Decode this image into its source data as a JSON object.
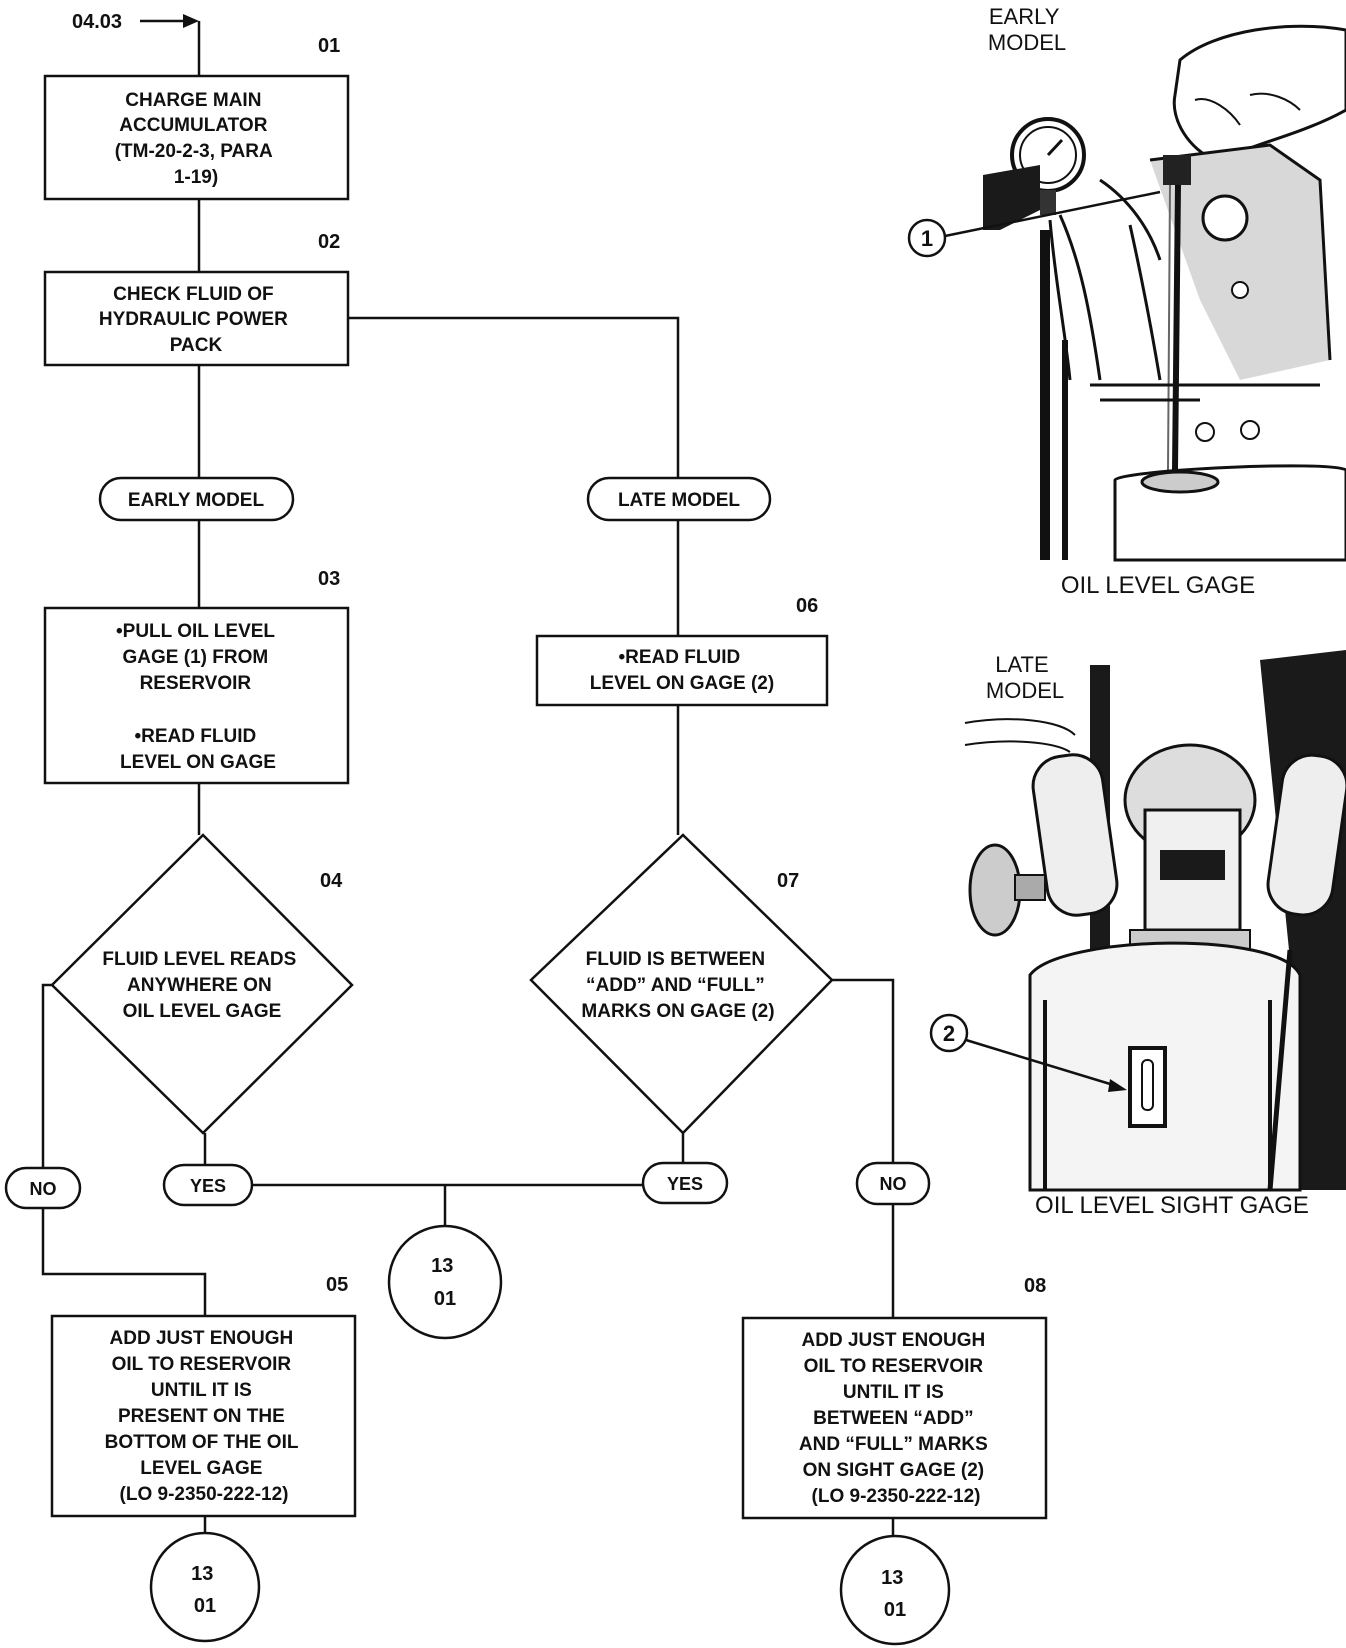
{
  "entry_ref": "04.03",
  "steps": {
    "s01": {
      "num": "01",
      "lines": [
        "CHARGE MAIN",
        "ACCUMULATOR",
        "(TM-20-2-3, PARA",
        "1-19)"
      ]
    },
    "s02": {
      "num": "02",
      "lines": [
        "CHECK FLUID OF",
        "HYDRAULIC POWER",
        "PACK"
      ]
    },
    "s03": {
      "num": "03",
      "lines": [
        "•PULL OIL LEVEL",
        "GAGE (1) FROM",
        "RESERVOIR",
        "",
        "•READ FLUID",
        "LEVEL ON GAGE"
      ]
    },
    "s04": {
      "num": "04",
      "lines": [
        "FLUID LEVEL READS",
        "ANYWHERE ON",
        "OIL LEVEL GAGE"
      ]
    },
    "s05": {
      "num": "05",
      "lines": [
        "ADD JUST ENOUGH",
        "OIL TO RESERVOIR",
        "UNTIL IT IS",
        "PRESENT ON THE",
        "BOTTOM OF THE OIL",
        "LEVEL GAGE",
        "(LO 9-2350-222-12)"
      ]
    },
    "s06": {
      "num": "06",
      "lines": [
        "•READ FLUID",
        "LEVEL ON GAGE (2)"
      ]
    },
    "s07": {
      "num": "07",
      "lines": [
        "FLUID IS BETWEEN",
        "“ADD” AND “FULL”",
        "MARKS ON GAGE (2)"
      ]
    },
    "s08": {
      "num": "08",
      "lines": [
        "ADD JUST ENOUGH",
        "OIL TO RESERVOIR",
        "UNTIL IT IS",
        "BETWEEN “ADD”",
        "AND “FULL” MARKS",
        "ON SIGHT GAGE (2)",
        "(LO 9-2350-222-12)"
      ]
    }
  },
  "branches": {
    "early_model": "EARLY MODEL",
    "late_model": "LATE MODEL",
    "no_left": "NO",
    "yes_left": "YES",
    "yes_right": "YES",
    "no_right": "NO"
  },
  "connectors": {
    "c1": [
      "13",
      "01"
    ],
    "c2": [
      "13",
      "01"
    ],
    "c3": [
      "13",
      "01"
    ]
  },
  "illustrations": {
    "early": {
      "heading": [
        "EARLY",
        "MODEL"
      ],
      "callout": "1",
      "caption": "OIL LEVEL GAGE"
    },
    "late": {
      "heading": [
        "LATE",
        "MODEL"
      ],
      "callout": "2",
      "caption": "OIL LEVEL SIGHT GAGE"
    }
  }
}
